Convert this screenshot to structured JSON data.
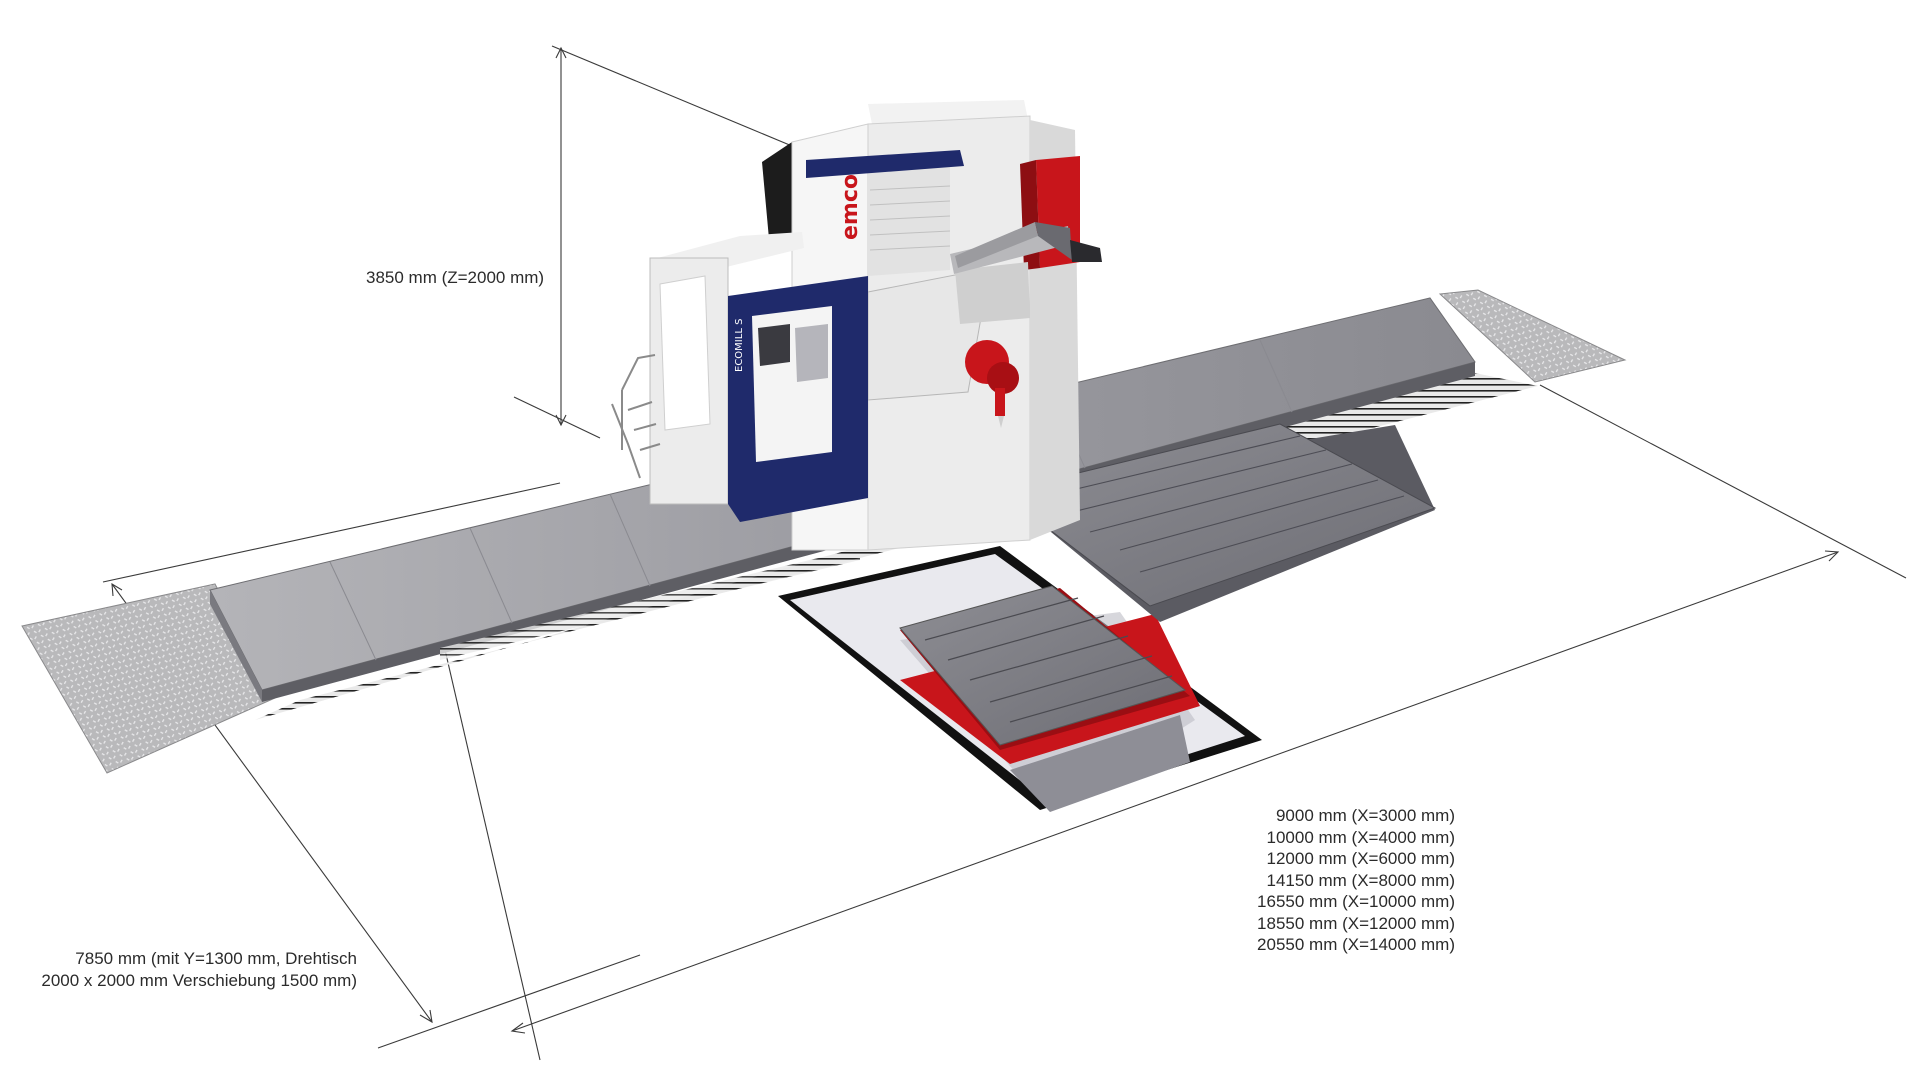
{
  "brand": {
    "logo_text": "emco",
    "model_text": "ECOMILL S",
    "accent_color": "#c8151b",
    "blue_color": "#1f2a6b"
  },
  "dimensions": {
    "height": "3850 mm (Z=2000 mm)",
    "depth_line1": "7850 mm (mit Y=1300 mm, Drehtisch",
    "depth_line2": "2000 x 2000 mm Verschiebung 1500 mm)",
    "lengths": [
      "9000 mm (X=3000 mm)",
      "10000 mm (X=4000 mm)",
      "12000 mm (X=6000 mm)",
      "14150 mm (X=8000 mm)",
      "16550 mm (X=10000 mm)",
      "18550 mm (X=12000 mm)",
      "20550 mm (X=14000 mm)"
    ]
  }
}
